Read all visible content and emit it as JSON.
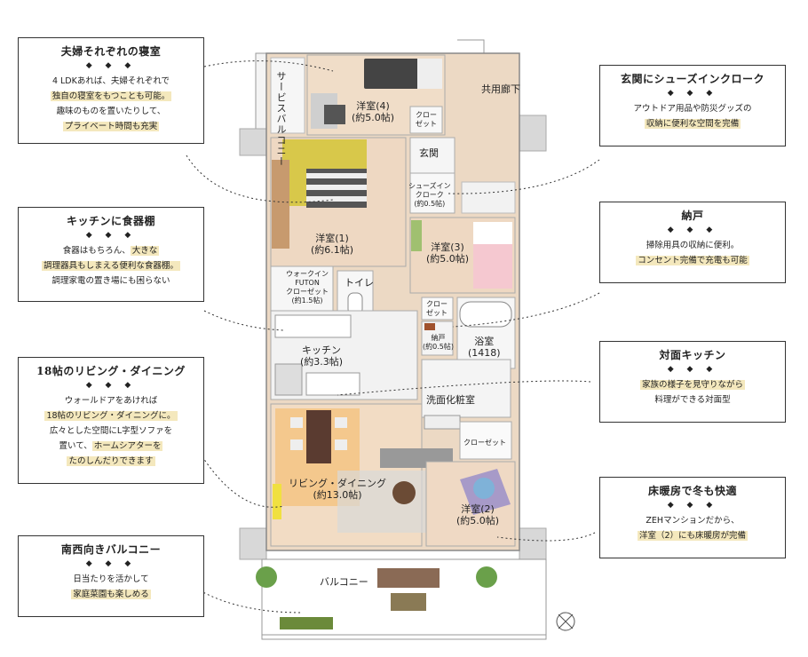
{
  "callouts": [
    {
      "title": "夫婦それぞれの寝室",
      "diamonds": "◆ ◆ ◆",
      "lines": [
        {
          "parts": [
            {
              "t": "4 LDKあれば、夫婦それぞれで",
              "hl": false
            }
          ]
        },
        {
          "parts": [
            {
              "t": "独自の寝室をもつことも可能。",
              "hl": true
            }
          ]
        },
        {
          "parts": [
            {
              "t": "趣味のものを置いたりして、",
              "hl": false
            }
          ]
        },
        {
          "parts": [
            {
              "t": "プライベート時間も充実",
              "hl": true
            }
          ]
        }
      ]
    },
    {
      "title": "キッチンに食器棚",
      "diamonds": "◆ ◆ ◆",
      "lines": [
        {
          "parts": [
            {
              "t": "食器はもちろん、",
              "hl": false
            },
            {
              "t": "大きな",
              "hl": true
            }
          ]
        },
        {
          "parts": [
            {
              "t": "調理器具もしまえる便利な食器棚。",
              "hl": true
            }
          ]
        },
        {
          "parts": [
            {
              "t": "調理家電の置き場にも困らない",
              "hl": false
            }
          ]
        }
      ]
    },
    {
      "title": "18帖のリビング・ダイニング",
      "diamonds": "◆ ◆ ◆",
      "lines": [
        {
          "parts": [
            {
              "t": "ウォールドアをあければ",
              "hl": false
            }
          ]
        },
        {
          "parts": [
            {
              "t": "18帖のリビング・ダイニングに。",
              "hl": true
            }
          ]
        },
        {
          "parts": [
            {
              "t": "広々とした空間にL字型ソファを",
              "hl": false
            }
          ]
        },
        {
          "parts": [
            {
              "t": "置いて、",
              "hl": false
            },
            {
              "t": "ホームシアターを",
              "hl": true
            }
          ]
        },
        {
          "parts": [
            {
              "t": "たのしんだりできます",
              "hl": true
            }
          ]
        }
      ]
    },
    {
      "title": "南西向きバルコニー",
      "diamonds": "◆ ◆ ◆",
      "lines": [
        {
          "parts": [
            {
              "t": "日当たりを活かして",
              "hl": false
            }
          ]
        },
        {
          "parts": [
            {
              "t": "家庭菜園も楽しめる",
              "hl": true
            }
          ]
        }
      ]
    },
    {
      "title": "玄関にシューズインクローク",
      "diamonds": "◆ ◆ ◆",
      "lines": [
        {
          "parts": [
            {
              "t": "アウトドア用品や防災グッズの",
              "hl": false
            }
          ]
        },
        {
          "parts": [
            {
              "t": "収納に便利な空間を完備",
              "hl": true
            }
          ]
        }
      ]
    },
    {
      "title": "納戸",
      "diamonds": "◆ ◆ ◆",
      "lines": [
        {
          "parts": [
            {
              "t": "掃除用具の収納に便利。",
              "hl": false
            }
          ]
        },
        {
          "parts": [
            {
              "t": "コンセント完備で充電も可能",
              "hl": true
            }
          ]
        }
      ]
    },
    {
      "title": "対面キッチン",
      "diamonds": "◆ ◆ ◆",
      "lines": [
        {
          "parts": [
            {
              "t": "家族の様子を見守りながら",
              "hl": true
            }
          ]
        },
        {
          "parts": [
            {
              "t": "料理ができる対面型",
              "hl": false
            }
          ]
        }
      ]
    },
    {
      "title": "床暖房で冬も快適",
      "diamonds": "◆ ◆ ◆",
      "lines": [
        {
          "parts": [
            {
              "t": "ZEHマンションだから、",
              "hl": false
            }
          ]
        },
        {
          "parts": [
            {
              "t": "洋室（2）にも床暖房が完備",
              "hl": true
            }
          ]
        }
      ]
    }
  ],
  "rooms": {
    "western4": "洋室(4)",
    "western4_size": "(約5.0帖)",
    "service_balcony": "サービスバルコニー",
    "closet_a": "クロー",
    "closet_a2": "ゼット",
    "entrance": "玄関",
    "shared_corridor": "共用廊下",
    "shoes_in_1": "シューズイン",
    "shoes_in_2": "クローク",
    "shoes_in_3": "(約0.5帖)",
    "western1": "洋室(1)",
    "western1_size": "(約6.1帖)",
    "western3": "洋室(3)",
    "western3_size": "(約5.0帖)",
    "walkin_1": "ウォークイン",
    "walkin_2": "FUTON",
    "walkin_3": "クローゼット",
    "walkin_4": "(約1.5帖)",
    "toilet": "トイレ",
    "closet_b": "クロー",
    "closet_b2": "ゼット",
    "storage": "納戸",
    "storage_size": "(約0.5帖)",
    "bathroom": "浴室",
    "bathroom_size": "(1418)",
    "kitchen": "キッチン",
    "kitchen_size": "(約3.3帖)",
    "washroom": "洗面化粧室",
    "closet_c": "クローゼット",
    "living": "リビング・ダイニング",
    "living_size": "(約13.0帖)",
    "western2": "洋室(2)",
    "western2_size": "(約5.0帖)",
    "balcony": "バルコニー"
  },
  "colors": {
    "highlight": "#f4e8bd",
    "floor_wood": "#ecd9c4",
    "floor_living": "#f2dcc4",
    "wall": "#d8d8d8",
    "bed_yellow": "#d8c84a",
    "bed_pink": "#f5c8d0",
    "rug_purple": "#a79ac8"
  }
}
